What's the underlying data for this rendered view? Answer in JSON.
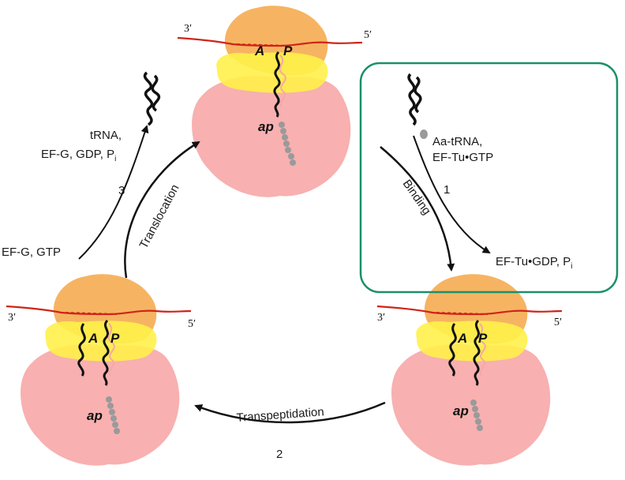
{
  "steps": {
    "binding": {
      "number": "1",
      "label": "Binding",
      "input": [
        "Aa-tRNA,",
        "EF-Tu•GTP"
      ],
      "output": "EF-Tu•GDP, P",
      "output_sub": "i"
    },
    "transpeptidation": {
      "number": "2",
      "label": "Transpeptidation"
    },
    "translocation": {
      "number": "3",
      "label": "Translocation",
      "input": "EF-G, GTP",
      "output": [
        "tRNA,",
        "EF-G, GDP, P"
      ],
      "output_sub": "i"
    }
  },
  "ribosome_labels": {
    "a_site": "A",
    "p_site": "P",
    "ap": "ap",
    "three_prime": "3′",
    "five_prime": "5′"
  },
  "colors": {
    "large_subunit": "#f6b05a",
    "small_subunit": "#f7a7a7",
    "yellow_region": "#fff14a",
    "mrna": "#d02418",
    "trna": "#111111",
    "peptide": "#9a9a9a",
    "highlight_box": "#1a8f6a"
  }
}
